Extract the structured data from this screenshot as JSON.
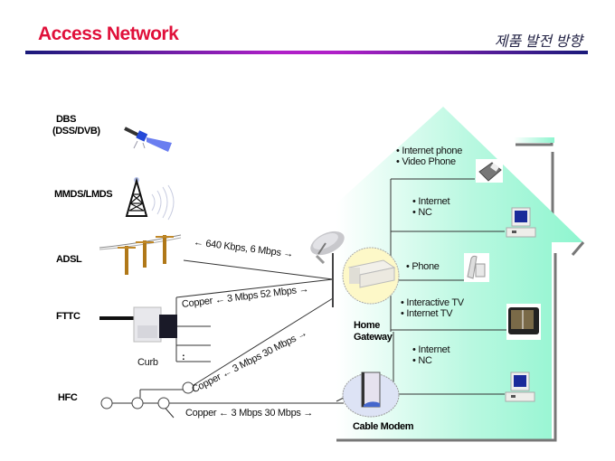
{
  "header": {
    "title": "Access Network",
    "subtitle": "제품 발전 방향"
  },
  "colors": {
    "title": "#e0103a",
    "rule_edge": "#1a1a7a",
    "rule_center": "#b020c8",
    "house_fill": "#8ef5cf",
    "gateway_circle": "#fdf8c8",
    "modem_circle": "#dde3f5"
  },
  "access_types": [
    {
      "label": "DBS",
      "sublabel": "(DSS/DVB)",
      "icon": "satellite-icon"
    },
    {
      "label": "MMDS/LMDS",
      "icon": "radio-tower-icon"
    },
    {
      "label": "ADSL",
      "icon": "utility-poles-icon"
    },
    {
      "label": "FTTC",
      "icon": "curb-cabinet-icon"
    },
    {
      "label": "HFC",
      "icon": "coax-tap-icon"
    }
  ],
  "links": {
    "adsl_speed": "← 640 Kbps, 6 Mbps →",
    "fttc_speed": "Copper ← 3 Mbps 52 Mbps →",
    "hfc_upper_speed": "Copper ← 3 Mbps 30 Mbps →",
    "hfc_lower_speed": "Copper ← 3 Mbps 30 Mbps →",
    "curb_label": "Curb",
    "curb_ellipsis": ":"
  },
  "home": {
    "gateway_label_line1": "Home",
    "gateway_label_line2": "Gateway",
    "modem_label": "Cable Modem",
    "services": [
      {
        "items": [
          "Internet phone",
          "Video  Phone"
        ],
        "device": "video-phone-icon"
      },
      {
        "items": [
          "Internet",
          "NC"
        ],
        "device": "desktop-computer-icon"
      },
      {
        "items": [
          "Phone"
        ],
        "device": "telephone-icon"
      },
      {
        "items": [
          "Interactive TV",
          "Internet TV"
        ],
        "device": "television-icon"
      },
      {
        "items": [
          "Internet",
          "NC"
        ],
        "device": "desktop-computer-icon"
      }
    ]
  }
}
